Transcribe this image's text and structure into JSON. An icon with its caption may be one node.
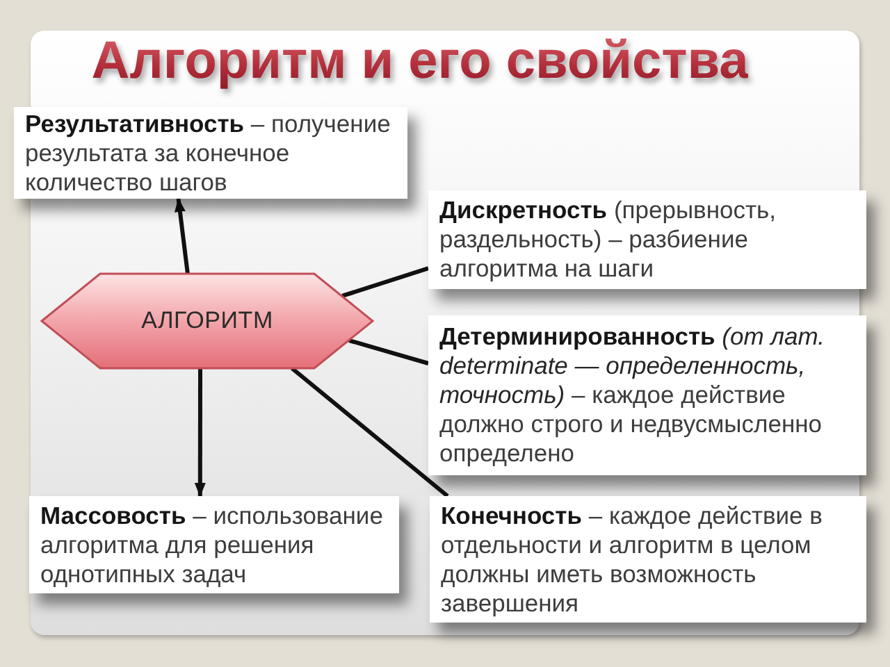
{
  "diagram": {
    "title": "Алгоритм и его свойства",
    "nodes": [
      {
        "text": [
          "**Результативность** – получение результата за конечное количество шагов"
        ]
      },
      {
        "text": [
          "**Дискретность** (прерывность, раздельность) – разбиение алгоритма на шаги"
        ]
      },
      {
        "text": [
          "АЛГОРИТМ"
        ]
      },
      {
        "text": [
          "**Детерминированность** *(от лат. determinate — определенность, точность)* – каждое действие должно строго и недвусмысленно определено"
        ]
      },
      {
        "text": [
          "**Массовость** – использование алгоритма для решения однотипных задач"
        ]
      },
      {
        "text": [
          "**Конечность** – каждое действие в отдельности и алгоритм в целом должны иметь возможность завершения"
        ]
      }
    ],
    "edges": [
      {
        "from": 2,
        "to": 0,
        "arrow": "to"
      },
      {
        "from": 2,
        "to": 1,
        "arrow": "none"
      },
      {
        "from": 2,
        "to": 3,
        "arrow": "none"
      },
      {
        "from": 2,
        "to": 4,
        "arrow": "to"
      },
      {
        "from": 2,
        "to": 5,
        "arrow": "none"
      }
    ]
  }
}
